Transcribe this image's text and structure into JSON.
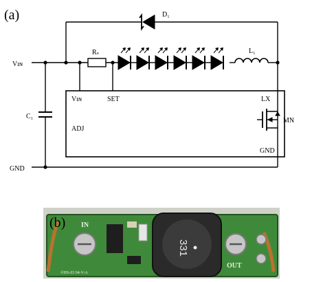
{
  "schematic": {
    "panel_label": "(a)",
    "labels": {
      "vin": "Vıɴ",
      "gnd": "GND",
      "c1": "C₁",
      "rs": "Rₛ",
      "l1": "L₁",
      "d1": "D₁",
      "chip_vin": "Vıɴ",
      "set": "SET",
      "lx": "LX",
      "adj": "ADJ",
      "chip_gnd": "GND",
      "mn": "MN"
    },
    "led_count": 6
  },
  "photo": {
    "panel_label": "(b)",
    "silk_in": "IN",
    "silk_out": "OUT",
    "inductor_marking": "331",
    "board_text": "©HS-03 94-V-A"
  },
  "colors": {
    "wire": "#000000",
    "pcb_green": "#3f8a3a",
    "pcb_dark": "#23521f",
    "inductor": "#2a2a2a",
    "copper": "#b8732f"
  }
}
